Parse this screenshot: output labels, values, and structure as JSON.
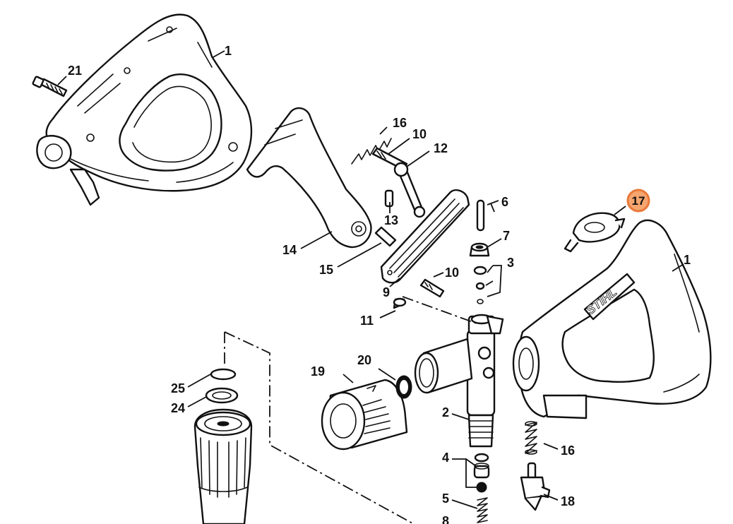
{
  "labels": {
    "p1a": "1",
    "p1b": "1",
    "p2": "2",
    "p3": "3",
    "p4": "4",
    "p5": "5",
    "p6": "6",
    "p7": "7",
    "p8": "8",
    "p9": "9",
    "p10a": "10",
    "p10b": "10",
    "p11": "11",
    "p12": "12",
    "p13": "13",
    "p14": "14",
    "p15": "15",
    "p16a": "16",
    "p16b": "16",
    "p17": "17",
    "p18": "18",
    "p19": "19",
    "p20": "20",
    "p21": "21",
    "p24": "24",
    "p25": "25"
  },
  "brand_text": "STIHL",
  "colors": {
    "highlight": "#e8793a",
    "highlight_fill": "#f6a56f",
    "line": "#111111"
  }
}
